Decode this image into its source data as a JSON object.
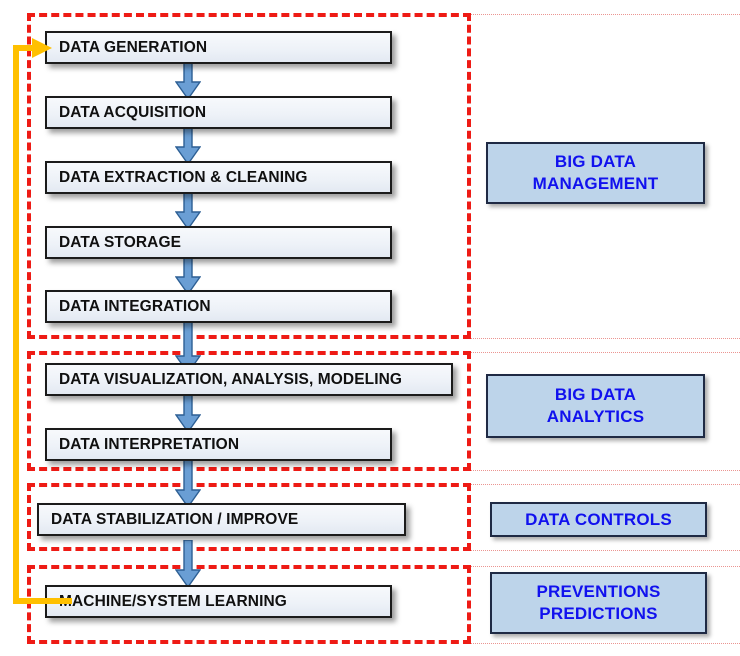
{
  "diagram": {
    "title": "Big Data Lifecycle Flowchart",
    "colors": {
      "section_border": "#ee1b15",
      "process_fill": "#eef2f8",
      "process_border": "#1b1b1b",
      "arrow_fill": "#6a9ed4",
      "arrow_border": "#2d5f94",
      "category_fill": "#bdd4ea",
      "category_border": "#1f2a44",
      "category_text": "#1111ee",
      "feedback_loop": "#ffc000"
    },
    "process_steps": [
      {
        "label": "DATA GENERATION"
      },
      {
        "label": "DATA ACQUISITION"
      },
      {
        "label": "DATA EXTRACTION & CLEANING"
      },
      {
        "label": "DATA STORAGE"
      },
      {
        "label": "DATA INTEGRATION"
      },
      {
        "label": "DATA VISUALIZATION, ANALYSIS, MODELING"
      },
      {
        "label": "DATA INTERPRETATION"
      },
      {
        "label": "DATA STABILIZATION / IMPROVE"
      },
      {
        "label": "MACHINE/SYSTEM LEARNING"
      }
    ],
    "categories": [
      {
        "lines": [
          "BIG DATA",
          "MANAGEMENT"
        ]
      },
      {
        "lines": [
          "BIG DATA",
          "ANALYTICS"
        ]
      },
      {
        "lines": [
          "DATA CONTROLS"
        ]
      },
      {
        "lines": [
          "PREVENTIONS",
          "PREDICTIONS"
        ]
      }
    ]
  }
}
